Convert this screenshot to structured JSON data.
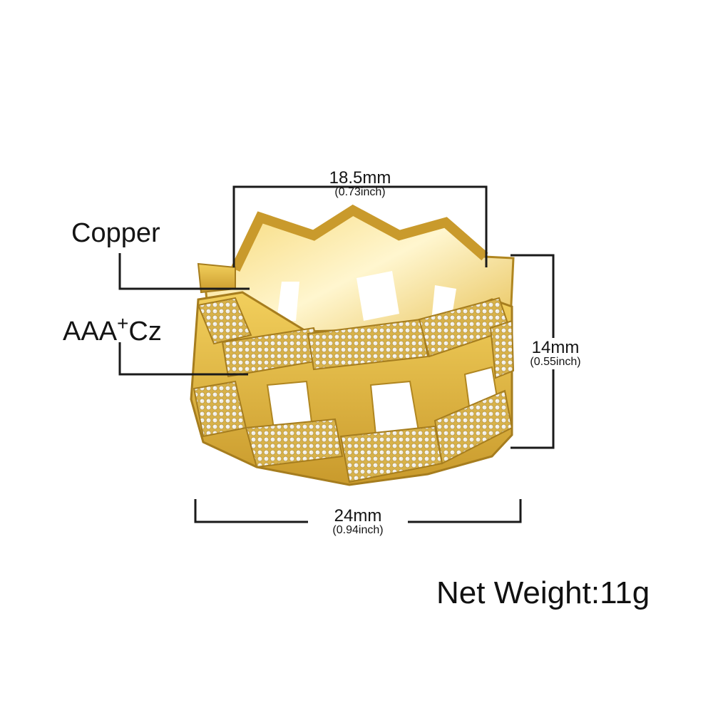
{
  "materials": {
    "metal": "Copper",
    "stone_prefix": "AAA",
    "stone_plus": "+",
    "stone_suffix": "Cz"
  },
  "dimensions": {
    "top_width": {
      "main": "18.5mm",
      "sub": "(0.73inch)"
    },
    "height": {
      "main": "14mm",
      "sub": "(0.55inch)"
    },
    "bottom_width": {
      "main": "24mm",
      "sub": "(0.94inch)"
    }
  },
  "weight": "Net Weight:11g",
  "colors": {
    "gold": "#e9c144",
    "gold_light": "#fff2b8",
    "gold_dark": "#b08620",
    "stones": "#e8e4da",
    "line": "#1a1a1a"
  }
}
